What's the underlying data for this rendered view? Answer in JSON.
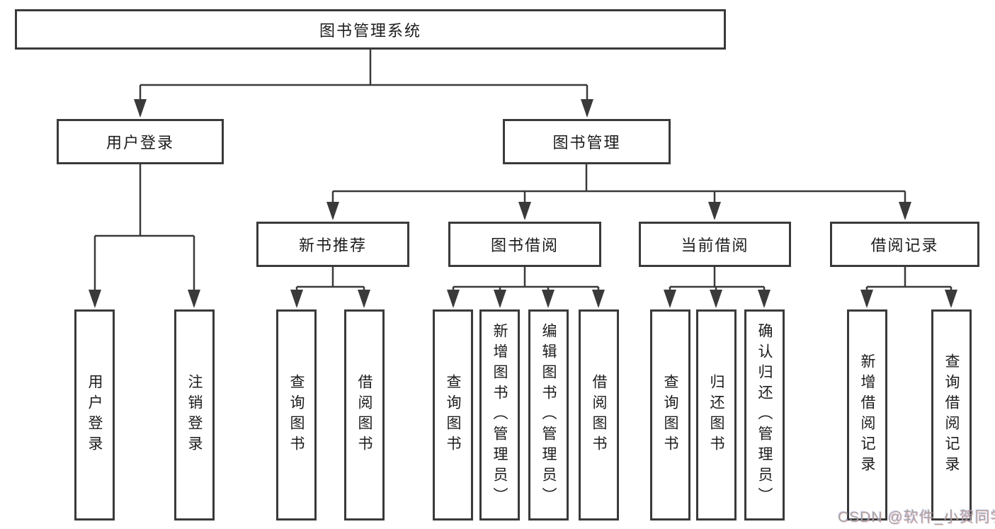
{
  "tree": {
    "label": "图书管理系统",
    "children": [
      {
        "label": "用户登录",
        "children": [
          {
            "label": "用户登录"
          },
          {
            "label": "注销登录"
          }
        ]
      },
      {
        "label": "图书管理",
        "children": [
          {
            "label": "新书推荐",
            "children": [
              {
                "label": "查询图书"
              },
              {
                "label": "借阅图书"
              }
            ]
          },
          {
            "label": "图书借阅",
            "children": [
              {
                "label": "查询图书"
              },
              {
                "label": "新增图书（管理员）"
              },
              {
                "label": "编辑图书（管理员）"
              },
              {
                "label": "借阅图书"
              }
            ]
          },
          {
            "label": "当前借阅",
            "children": [
              {
                "label": "查询图书"
              },
              {
                "label": "归还图书"
              },
              {
                "label": "确认归还（管理员）"
              }
            ]
          },
          {
            "label": "借阅记录",
            "children": [
              {
                "label": "新增借阅记录"
              },
              {
                "label": "查询借阅记录"
              }
            ]
          }
        ]
      }
    ]
  },
  "watermark": "CSDN @软件_小贺同学",
  "colors": {
    "line": "#3a3a3a",
    "box_border": "#3a3a3a",
    "box_fill": "#ffffff",
    "text": "#1c1c1c",
    "watermark": "#a39f9f"
  }
}
